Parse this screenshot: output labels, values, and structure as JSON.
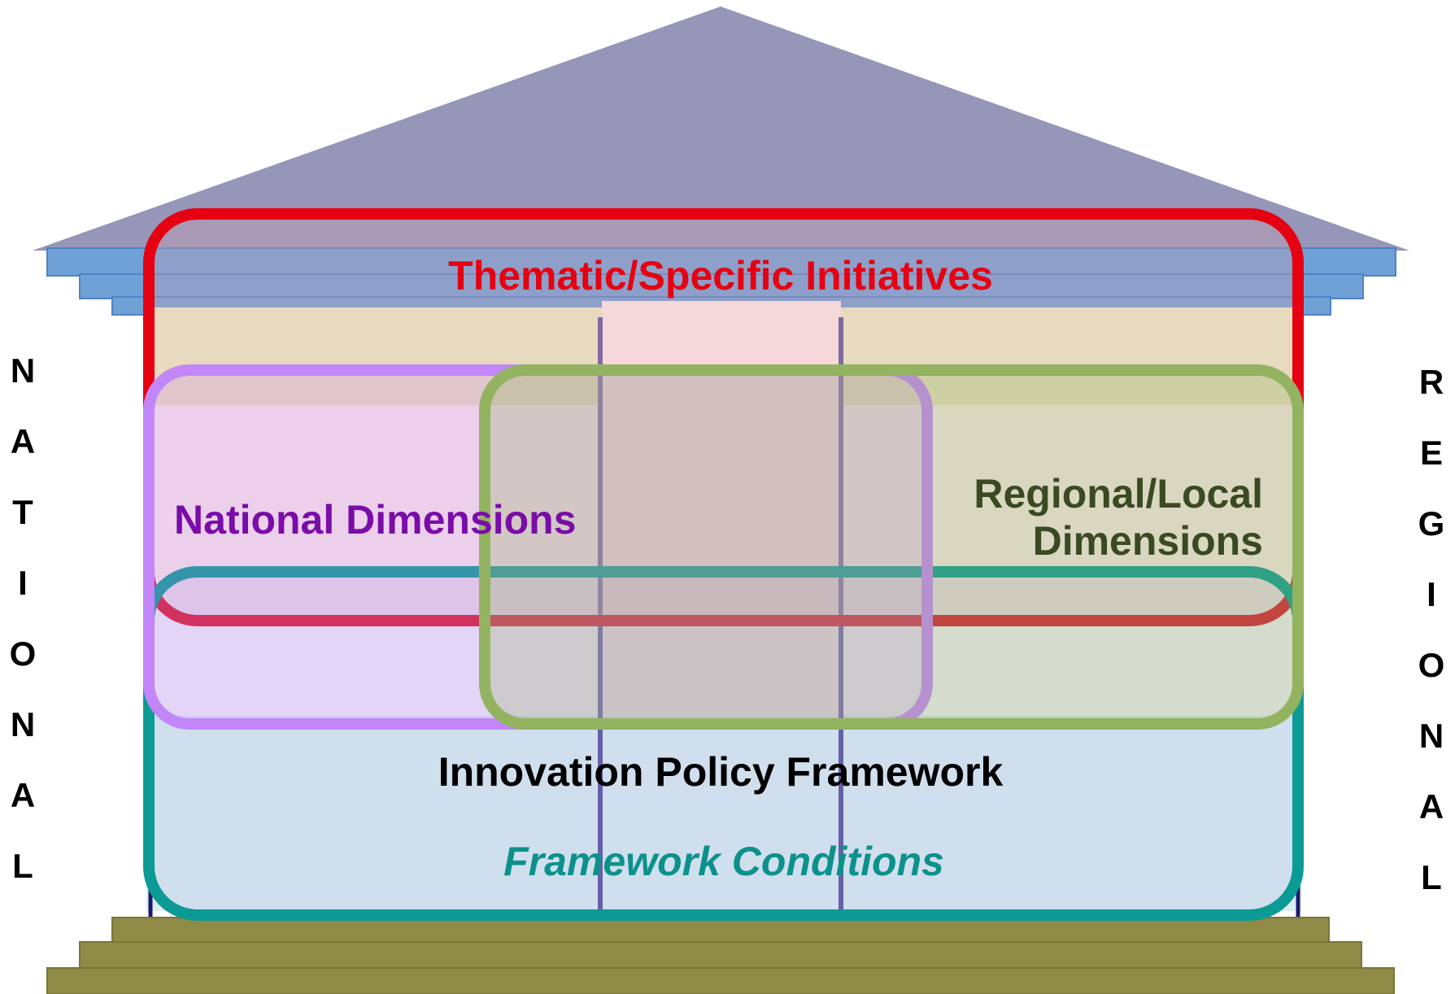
{
  "labels": {
    "thematic": "Thematic/Specific Initiatives",
    "national_dimensions": "National Dimensions",
    "regional_line1": "Regional/Local",
    "regional_line2": "Dimensions",
    "innovation_policy": "Innovation Policy Framework",
    "framework_conditions": "Framework Conditions"
  },
  "side_labels": {
    "left": [
      "N",
      "A",
      "T",
      "I",
      "O",
      "N",
      "A",
      "L"
    ],
    "right": [
      "R",
      "E",
      "G",
      "I",
      "O",
      "N",
      "A",
      "L"
    ]
  },
  "colors": {
    "roof": "#9696b9",
    "eaves": "#6fa0d6",
    "steps": "#8f8a45",
    "thematic": "#e50012",
    "national": "#c386f9",
    "national_text": "#7a0ca8",
    "regional": "#93b361",
    "regional_text": "#3a4a22",
    "framework": "#0c9a94",
    "framework_text": "#0c918c",
    "innovation_text": "#000000",
    "side_text": "#000000"
  }
}
